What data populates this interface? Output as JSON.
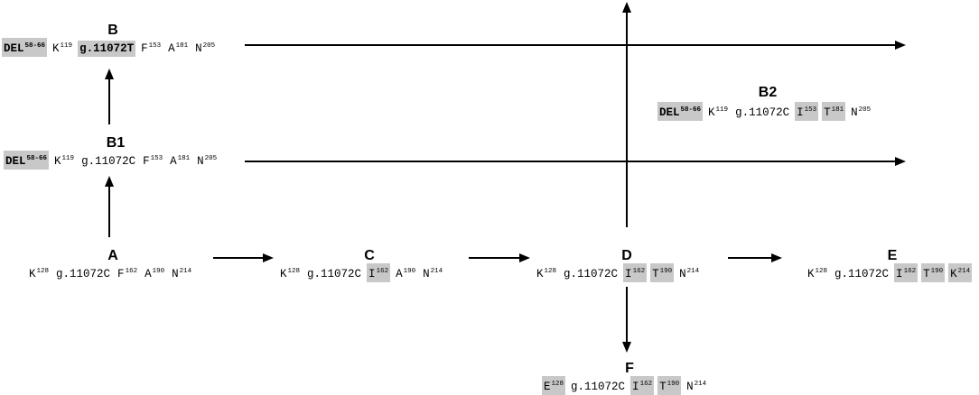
{
  "nodes": [
    {
      "id": "B",
      "title": "B",
      "tokens": [
        {
          "base": "DEL",
          "sup": "58-66",
          "hl": true,
          "bold": true
        },
        {
          "base": "K",
          "sup": "119"
        },
        {
          "base": "g.11072T",
          "sup": "",
          "hl": true,
          "bold": true
        },
        {
          "base": "F",
          "sup": "153"
        },
        {
          "base": "A",
          "sup": "181"
        },
        {
          "base": "N",
          "sup": "205"
        }
      ]
    },
    {
      "id": "B1",
      "title": "B1",
      "tokens": [
        {
          "base": "DEL",
          "sup": "58-66",
          "hl": true,
          "bold": true
        },
        {
          "base": "K",
          "sup": "119"
        },
        {
          "base": "g.11072C",
          "sup": ""
        },
        {
          "base": "F",
          "sup": "153"
        },
        {
          "base": "A",
          "sup": "181"
        },
        {
          "base": "N",
          "sup": "205"
        }
      ]
    },
    {
      "id": "B2",
      "title": "B2",
      "tokens": [
        {
          "base": "DEL",
          "sup": "58-66",
          "hl": true,
          "bold": true
        },
        {
          "base": "K",
          "sup": "119"
        },
        {
          "base": "g.11072C",
          "sup": ""
        },
        {
          "base": "I",
          "sup": "153",
          "hl": true
        },
        {
          "base": "T",
          "sup": "181",
          "hl": true
        },
        {
          "base": "N",
          "sup": "205"
        }
      ]
    },
    {
      "id": "A",
      "title": "A",
      "tokens": [
        {
          "base": "K",
          "sup": "128"
        },
        {
          "base": "g.11072C",
          "sup": ""
        },
        {
          "base": "F",
          "sup": "162"
        },
        {
          "base": "A",
          "sup": "190"
        },
        {
          "base": "N",
          "sup": "214"
        }
      ]
    },
    {
      "id": "C",
      "title": "C",
      "tokens": [
        {
          "base": "K",
          "sup": "128"
        },
        {
          "base": "g.11072C",
          "sup": ""
        },
        {
          "base": "I",
          "sup": "162",
          "hl": true
        },
        {
          "base": "A",
          "sup": "190"
        },
        {
          "base": "N",
          "sup": "214"
        }
      ]
    },
    {
      "id": "D",
      "title": "D",
      "tokens": [
        {
          "base": "K",
          "sup": "128"
        },
        {
          "base": "g.11072C",
          "sup": ""
        },
        {
          "base": "I",
          "sup": "162",
          "hl": true
        },
        {
          "base": "T",
          "sup": "190",
          "hl": true
        },
        {
          "base": "N",
          "sup": "214"
        }
      ]
    },
    {
      "id": "E",
      "title": "E",
      "tokens": [
        {
          "base": "K",
          "sup": "128"
        },
        {
          "base": "g.11072C",
          "sup": ""
        },
        {
          "base": "I",
          "sup": "162",
          "hl": true
        },
        {
          "base": "T",
          "sup": "190",
          "hl": true
        },
        {
          "base": "K",
          "sup": "214",
          "hl": true
        }
      ]
    },
    {
      "id": "F",
      "title": "F",
      "tokens": [
        {
          "base": "E",
          "sup": "128",
          "hl": true
        },
        {
          "base": "g.11072C",
          "sup": ""
        },
        {
          "base": "I",
          "sup": "162",
          "hl": true
        },
        {
          "base": "T",
          "sup": "190",
          "hl": true
        },
        {
          "base": "N",
          "sup": "214"
        }
      ]
    }
  ],
  "edges": [
    {
      "from": "A",
      "to": "B1"
    },
    {
      "from": "B1",
      "to": "B"
    },
    {
      "from": "A",
      "to": "C"
    },
    {
      "from": "C",
      "to": "D"
    },
    {
      "from": "D",
      "to": "E"
    },
    {
      "from": "D",
      "to": "F"
    },
    {
      "from": "D",
      "to": "up"
    },
    {
      "from": "B",
      "to": "right"
    },
    {
      "from": "B1",
      "to": "right"
    }
  ],
  "colors": {
    "highlight": "#c8c8c8",
    "line": "#000000"
  }
}
